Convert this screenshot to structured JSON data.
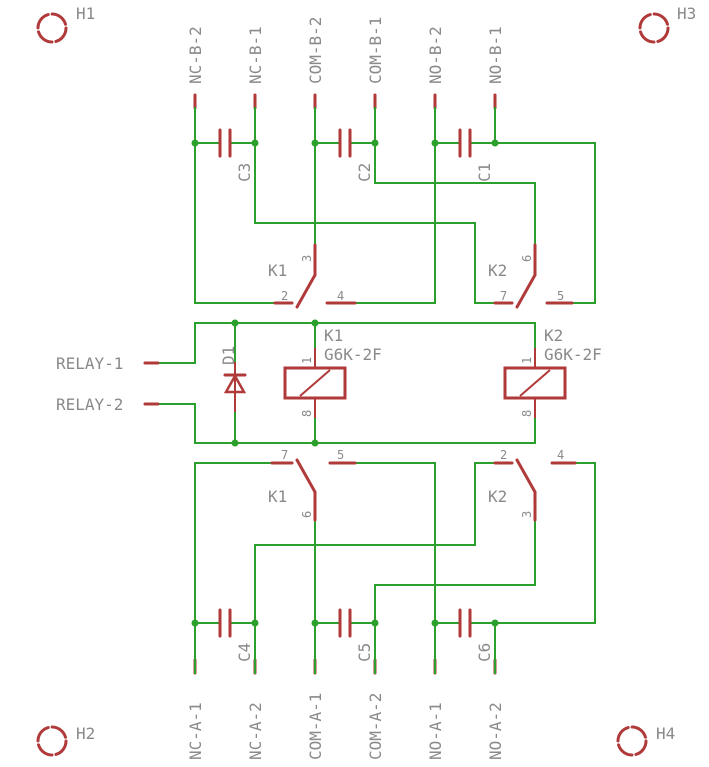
{
  "holes": {
    "h1": "H1",
    "h2": "H2",
    "h3": "H3",
    "h4": "H4"
  },
  "connectors_top": {
    "nc_b_2": "NC-B-2",
    "nc_b_1": "NC-B-1",
    "com_b_2": "COM-B-2",
    "com_b_1": "COM-B-1",
    "no_b_2": "NO-B-2",
    "no_b_1": "NO-B-1"
  },
  "connectors_bottom": {
    "nc_a_1": "NC-A-1",
    "nc_a_2": "NC-A-2",
    "com_a_1": "COM-A-1",
    "com_a_2": "COM-A-2",
    "no_a_1": "NO-A-1",
    "no_a_2": "NO-A-2"
  },
  "capacitors": {
    "c1": "C1",
    "c2": "C2",
    "c3": "C3",
    "c4": "C4",
    "c5": "C5",
    "c6": "C6"
  },
  "inputs": {
    "relay_1": "RELAY-1",
    "relay_2": "RELAY-2"
  },
  "diode": {
    "name": "D1"
  },
  "relays": {
    "k1": {
      "name": "K1",
      "value": "G6K-2F"
    },
    "k2": {
      "name": "K2",
      "value": "G6K-2F"
    }
  },
  "pins": {
    "p1": "1",
    "p2": "2",
    "p3": "3",
    "p4": "4",
    "p5": "5",
    "p6": "6",
    "p7": "7",
    "p8": "8"
  },
  "colors": {
    "wire": "#2ca02c",
    "part": "#b03a3a",
    "text": "#8a8a8a"
  }
}
